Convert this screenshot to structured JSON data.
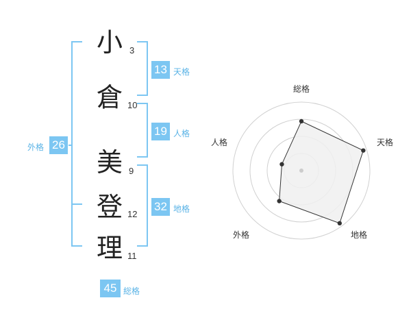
{
  "name_chars": [
    {
      "char": "小",
      "strokes": "3"
    },
    {
      "char": "倉",
      "strokes": "10"
    },
    {
      "char": "美",
      "strokes": "9"
    },
    {
      "char": "登",
      "strokes": "12"
    },
    {
      "char": "理",
      "strokes": "11"
    }
  ],
  "kaku": {
    "tenkaku": {
      "value": "13",
      "label": "天格"
    },
    "jinkaku": {
      "value": "19",
      "label": "人格"
    },
    "chikaku": {
      "value": "32",
      "label": "地格"
    },
    "gaikaku": {
      "value": "26",
      "label": "外格"
    },
    "soukaku": {
      "value": "45",
      "label": "総格"
    }
  },
  "colors": {
    "accent": "#7cc6f2",
    "accent_text": "#5ab3e6"
  },
  "chart_data": {
    "type": "radar",
    "axes": [
      "総格",
      "天格",
      "地格",
      "外格",
      "人格"
    ],
    "values": [
      0.72,
      0.95,
      0.95,
      0.55,
      0.3
    ],
    "rings": 4,
    "grid": true
  }
}
